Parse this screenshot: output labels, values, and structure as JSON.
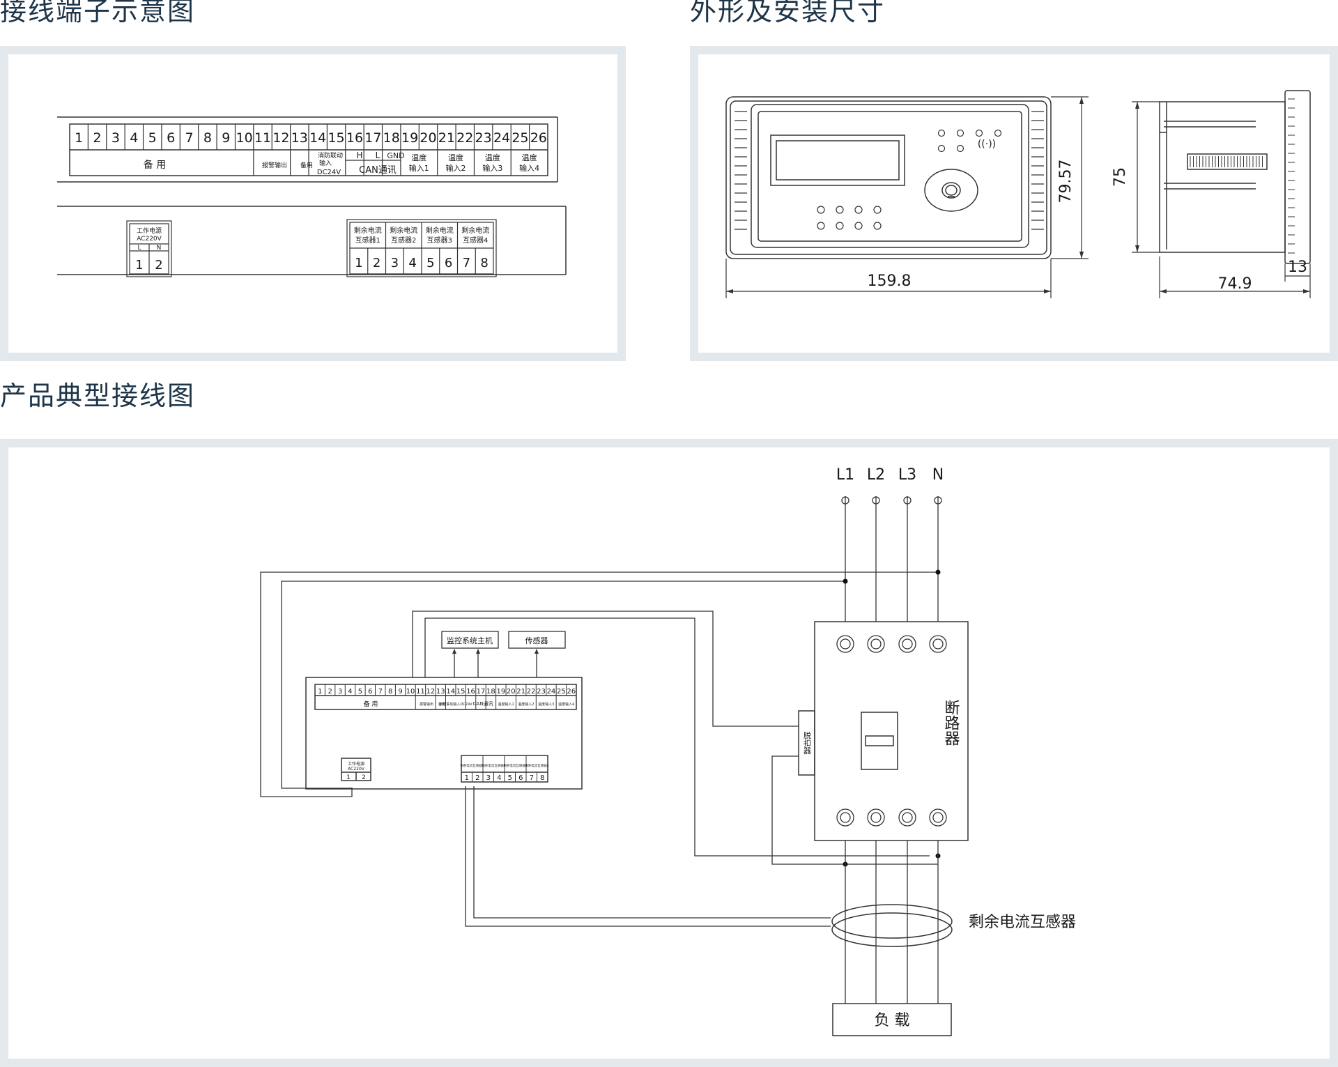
{
  "headings": {
    "terminal": "接线端子示意图",
    "outline": "外形及安装尺寸",
    "wiring": "产品典型接线图"
  },
  "terminal_strip": {
    "numbers": [
      "1",
      "2",
      "3",
      "4",
      "5",
      "6",
      "7",
      "8",
      "9",
      "10",
      "11",
      "12",
      "13",
      "14",
      "15",
      "16",
      "17",
      "18",
      "19",
      "20",
      "21",
      "22",
      "23",
      "24",
      "25",
      "26"
    ],
    "spare_label": "备    用",
    "alarm_out": "报警输出",
    "spare": "备用",
    "fire_input_line1": "消防联动",
    "fire_input_line2": "输入",
    "fire_input_line3": "DC24V",
    "can_h": "H",
    "can_l": "L",
    "can_gnd": "GND",
    "can_label": "CAN通讯",
    "temp_groups": [
      {
        "line1": "温度",
        "line2": "输入1"
      },
      {
        "line1": "温度",
        "line2": "输入2"
      },
      {
        "line1": "温度",
        "line2": "输入3"
      },
      {
        "line1": "温度",
        "line2": "输入4"
      }
    ]
  },
  "power_block": {
    "title1": "工作电源",
    "title2": "AC220V",
    "l": "L",
    "n": "N",
    "nums": [
      "1",
      "2"
    ]
  },
  "ct_block": {
    "headers": [
      {
        "line1": "剩余电流",
        "line2": "互感器1"
      },
      {
        "line1": "剩余电流",
        "line2": "互感器2"
      },
      {
        "line1": "剩余电流",
        "line2": "互感器3"
      },
      {
        "line1": "剩余电流",
        "line2": "互感器4"
      }
    ],
    "nums": [
      "1",
      "2",
      "3",
      "4",
      "5",
      "6",
      "7",
      "8"
    ]
  },
  "dimensions": {
    "width": "159.8",
    "height": "79.57",
    "cutout_height": "75",
    "depth": "74.9",
    "flange": "13"
  },
  "wiring": {
    "phases": [
      "L1",
      "L2",
      "L3",
      "N"
    ],
    "monitor_host": "监控系统主机",
    "sensor": "传感器",
    "breaker": "断路器",
    "trip_unit": "脱扣器",
    "rct": "剩余电流互感器",
    "load": "负    载",
    "mini_spare": "备    用",
    "mini_alarm": "报警输出",
    "mini_bak": "备用",
    "mini_fire": "消防联动输入DC24V",
    "mini_can": "CAN通讯",
    "mini_temp": [
      "温度输入1",
      "温度输入2",
      "温度输入3",
      "温度输入4"
    ],
    "mini_power1": "工作电源",
    "mini_power2": "AC220V",
    "mini_ct": [
      "剩余电流互感器1",
      "剩余电流互感器2",
      "剩余电流互感器3",
      "剩余电流互感器4"
    ]
  }
}
